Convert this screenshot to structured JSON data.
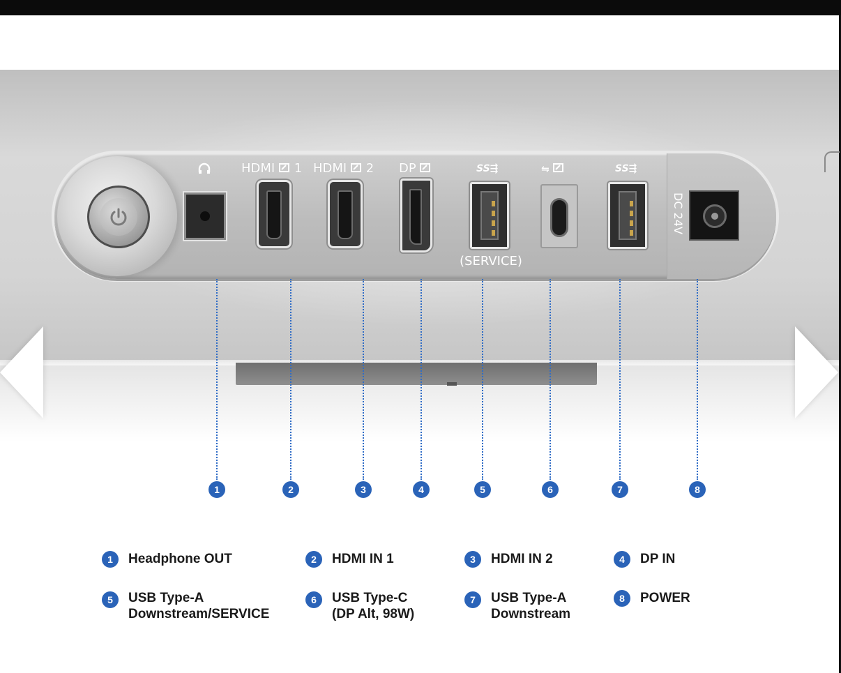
{
  "port_labels": {
    "headphone_icon": "headphone-icon",
    "hdmi1": "HDMI",
    "hdmi1_num": "1",
    "hdmi2": "HDMI",
    "hdmi2_num": "2",
    "dp": "DP",
    "usb_ss": "SS",
    "service": "(SERVICE)",
    "dc": "DC 24V"
  },
  "badges": [
    "1",
    "2",
    "3",
    "4",
    "5",
    "6",
    "7",
    "8"
  ],
  "legend": {
    "item1": {
      "num": "1",
      "line1": "Headphone OUT",
      "line2": ""
    },
    "item2": {
      "num": "2",
      "line1": "HDMI IN 1",
      "line2": ""
    },
    "item3": {
      "num": "3",
      "line1": "HDMI IN 2",
      "line2": ""
    },
    "item4": {
      "num": "4",
      "line1": "DP IN",
      "line2": ""
    },
    "item5": {
      "num": "5",
      "line1": "USB Type-A",
      "line2": "Downstream/SERVICE"
    },
    "item6": {
      "num": "6",
      "line1": "USB Type-C",
      "line2": "(DP Alt, 98W)"
    },
    "item7": {
      "num": "7",
      "line1": "USB Type-A",
      "line2": "Downstream"
    },
    "item8": {
      "num": "8",
      "line1": "POWER",
      "line2": ""
    }
  },
  "icons": {
    "prev": "chevron-left-icon",
    "next": "chevron-right-icon",
    "power": "power-icon"
  },
  "colors": {
    "badge": "#2a63b8",
    "leader": "#2f6cc6",
    "legend_text": "#1a1a1a"
  }
}
